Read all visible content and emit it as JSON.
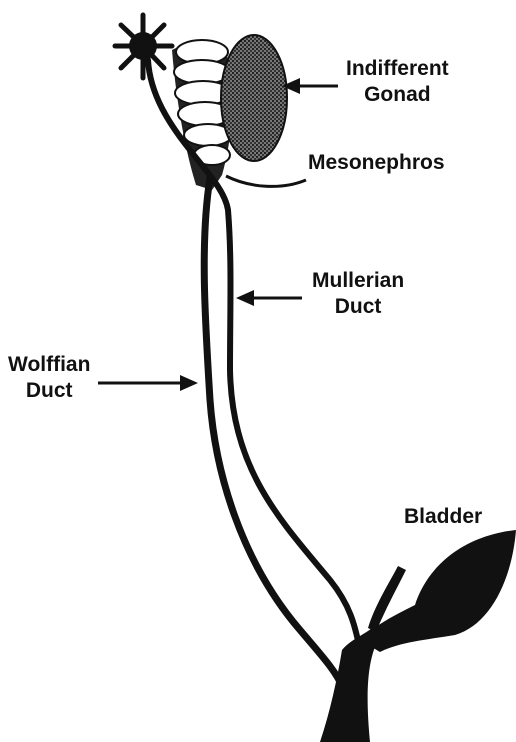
{
  "labels": {
    "gonad": [
      "Indifferent",
      "Gonad"
    ],
    "mesonephros": "Mesonephros",
    "mullerian": [
      "Mullerian",
      "Duct"
    ],
    "wolffian": [
      "Wolffian",
      "Duct"
    ],
    "bladder": "Bladder"
  },
  "colors": {
    "ink": "#111111",
    "background": "#ffffff",
    "gonad_fill": "#555555"
  }
}
